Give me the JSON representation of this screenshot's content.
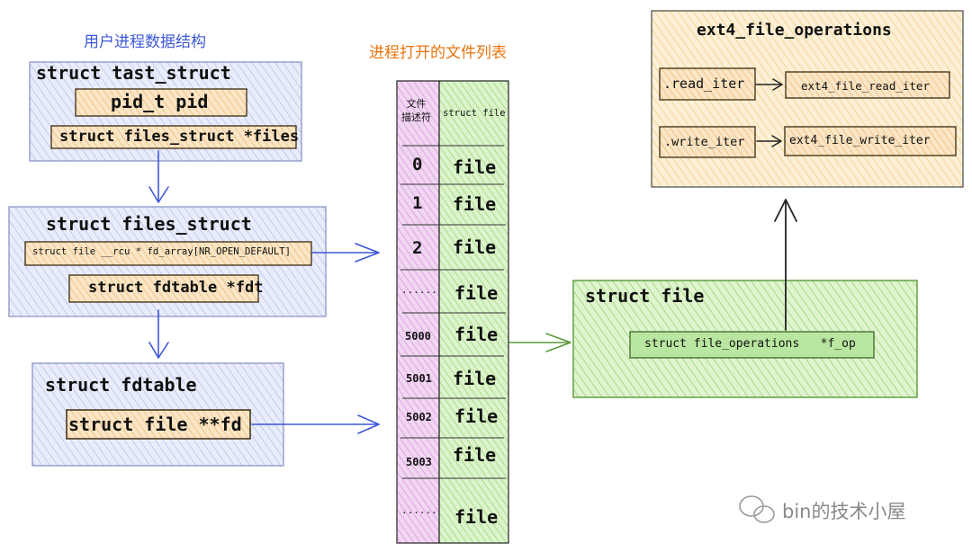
{
  "titles": {
    "user_structs": "用户进程数据结构",
    "fd_list": "进程打开的文件列表"
  },
  "task_struct": {
    "header": "struct  tast_struct",
    "pid": "pid_t  pid",
    "files": "struct  files_struct *files"
  },
  "files_struct": {
    "header": "struct files_struct",
    "fd_array": "struct file __rcu * fd_array[NR_OPEN_DEFAULT]",
    "fdt": "struct fdtable *fdt"
  },
  "fdtable": {
    "header": "struct fdtable",
    "fd": "struct file **fd"
  },
  "fd_table": {
    "col_fd_header": [
      "文件",
      "描述符"
    ],
    "col_file_header": "struct file",
    "rows": [
      {
        "fd": "0",
        "file": "file"
      },
      {
        "fd": "1",
        "file": "file"
      },
      {
        "fd": "2",
        "file": "file"
      },
      {
        "fd": "......",
        "file": "file"
      },
      {
        "fd": "5000",
        "file": "file"
      },
      {
        "fd": "5001",
        "file": "file"
      },
      {
        "fd": "5002",
        "file": "file"
      },
      {
        "fd": "5003",
        "file": "file"
      },
      {
        "fd": "......",
        "file": "file"
      }
    ]
  },
  "struct_file": {
    "header": "struct file",
    "f_op": "struct file_operations   *f_op"
  },
  "ext4_ops": {
    "header": "ext4_file_operations",
    "read_iter": ".read_iter",
    "read_target": "ext4_file_read_iter",
    "write_iter": ".write_iter",
    "write_target": "ext4_file_write_iter"
  },
  "watermark": {
    "text": "bin的技术小屋",
    "icon": "wechat-icon"
  },
  "colors": {
    "blue_box": "#dde3f7",
    "blue_stroke": "#8b95c9",
    "orange_field": "#f7d9a8",
    "orange_stroke": "#8a5a1c",
    "purple_col": "#e9c4ec",
    "green_col": "#cdeeb5",
    "green_stroke": "#5b9a3a",
    "yellow_box": "#fbe3b0",
    "arrow_blue": "#3d58d6",
    "arrow_green": "#5b9a3a"
  }
}
